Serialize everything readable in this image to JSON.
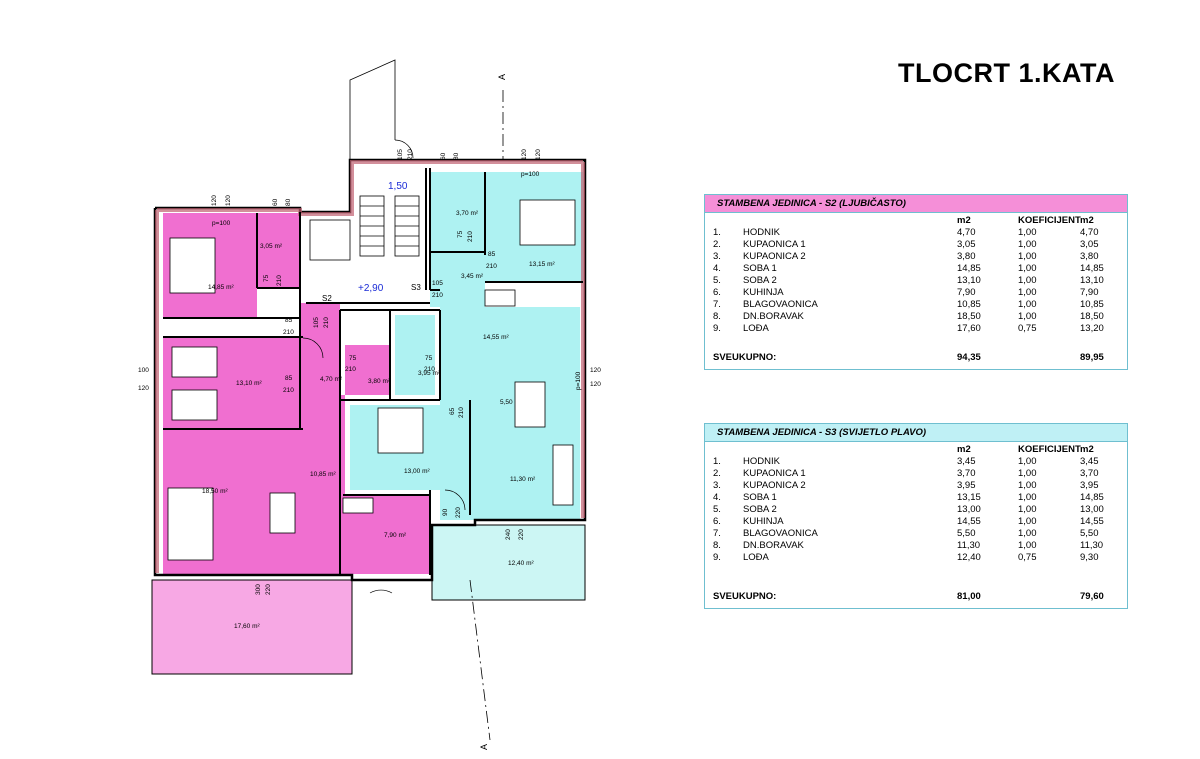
{
  "title": "TLOCRT 1.KATA",
  "colors": {
    "pink": "#f06fd0",
    "pink_light": "#f7a8e4",
    "cyan": "#aef2f2",
    "cyan_light": "#ccf6f4",
    "wall": "#000000",
    "wall_fill": "#d27a90",
    "table_border": "#6fbfd0"
  },
  "tables": [
    {
      "header": "STAMBENA JEDINICA - S2 (LJUBIČASTO)",
      "col_m2": "m2",
      "col_koef": "KOEFICIJENT",
      "col_m2b": "m2",
      "rows": [
        {
          "num": "1.",
          "name": "HODNIK",
          "m2": "4,70",
          "koef": "1,00",
          "m2b": "4,70"
        },
        {
          "num": "2.",
          "name": "KUPAONICA 1",
          "m2": "3,05",
          "koef": "1,00",
          "m2b": "3,05"
        },
        {
          "num": "3.",
          "name": "KUPAONICA 2",
          "m2": "3,80",
          "koef": "1,00",
          "m2b": "3,80"
        },
        {
          "num": "4.",
          "name": "SOBA 1",
          "m2": "14,85",
          "koef": "1,00",
          "m2b": "14,85"
        },
        {
          "num": "5.",
          "name": "SOBA 2",
          "m2": "13,10",
          "koef": "1,00",
          "m2b": "13,10"
        },
        {
          "num": "6.",
          "name": "KUHINJA",
          "m2": "7,90",
          "koef": "1,00",
          "m2b": "7,90"
        },
        {
          "num": "7.",
          "name": "BLAGOVAONICA",
          "m2": "10,85",
          "koef": "1,00",
          "m2b": "10,85"
        },
        {
          "num": "8.",
          "name": "DN.BORAVAK",
          "m2": "18,50",
          "koef": "1,00",
          "m2b": "18,50"
        },
        {
          "num": "9.",
          "name": "LOĐA",
          "m2": "17,60",
          "koef": "0,75",
          "m2b": "13,20"
        }
      ],
      "total_label": "SVEUKUPNO:",
      "total_m2": "94,35",
      "total_m2b": "89,95"
    },
    {
      "header": "STAMBENA JEDINICA - S3 (SVIJETLO PLAVO)",
      "col_m2": "m2",
      "col_koef": "KOEFICIJENT",
      "col_m2b": "m2",
      "rows": [
        {
          "num": "1.",
          "name": "HODNIK",
          "m2": "3,45",
          "koef": "1,00",
          "m2b": "3,45"
        },
        {
          "num": "2.",
          "name": "KUPAONICA 1",
          "m2": "3,70",
          "koef": "1,00",
          "m2b": "3,70"
        },
        {
          "num": "3.",
          "name": "KUPAONICA 2",
          "m2": "3,95",
          "koef": "1,00",
          "m2b": "3,95"
        },
        {
          "num": "4.",
          "name": "SOBA 1",
          "m2": "13,15",
          "koef": "1,00",
          "m2b": "14,85"
        },
        {
          "num": "5.",
          "name": "SOBA 2",
          "m2": "13,00",
          "koef": "1,00",
          "m2b": "13,00"
        },
        {
          "num": "6.",
          "name": "KUHINJA",
          "m2": "14,55",
          "koef": "1,00",
          "m2b": "14,55"
        },
        {
          "num": "7.",
          "name": "BLAGOVAONICA",
          "m2": "5,50",
          "koef": "1,00",
          "m2b": "5,50"
        },
        {
          "num": "8.",
          "name": "DN.BORAVAK",
          "m2": "11,30",
          "koef": "1,00",
          "m2b": "11,30"
        },
        {
          "num": "9.",
          "name": "LOĐA",
          "m2": "12,40",
          "koef": "0,75",
          "m2b": "9,30"
        }
      ],
      "total_label": "SVEUKUPNO:",
      "total_m2": "81,00",
      "total_m2b": "79,60"
    }
  ],
  "plan": {
    "section_mark": "A",
    "stair_up_level": "1,50",
    "landing_level": "+2,90",
    "unit_s2": "S2",
    "unit_s3": "S3",
    "rooms": {
      "s2_soba1": "14,85 m²",
      "s2_kup1": "3,05 m²",
      "s2_soba2": "13,10 m²",
      "s2_hodnik": "4,70 m²",
      "s2_kup2": "3,80 m²",
      "s2_boravak": "18,50 m²",
      "s2_blagov": "10,85 m²",
      "s2_kuhinja": "7,90 m²",
      "s2_loda": "17,60 m²",
      "s3_kup1": "3,70 m²",
      "s3_soba1": "13,15 m²",
      "s3_hodnik": "3,45 m²",
      "s3_kuhinja": "14,55 m²",
      "s3_kup2": "3,95 m²",
      "s3_blagov": "5,50",
      "s3_soba2": "13,00 m²",
      "s3_boravak": "11,30 m²",
      "s3_loda": "12,40 m²"
    },
    "dims": {
      "d105a": "105",
      "d210a": "210",
      "d60a": "60",
      "d80a": "80",
      "d120a": "120",
      "d120b": "120",
      "p100a": "p=100",
      "d120c": "120",
      "d120d": "120",
      "d60b": "60",
      "d80b": "80",
      "p100b": "p=100",
      "d75a": "75",
      "d210b": "210",
      "d75b": "75",
      "d210c": "210",
      "d85a": "85",
      "d210d": "210",
      "d105b": "105",
      "d210e": "210",
      "d85b": "85",
      "d210f": "210",
      "d85c": "85",
      "d210g": "210",
      "d105c": "105",
      "d210h": "210",
      "d75c": "75",
      "d210i": "210",
      "d75d": "75",
      "d210j": "210",
      "d65": "65",
      "d210k": "210",
      "d100a": "100",
      "d120e": "120",
      "p100c": "p=100",
      "d120f": "120",
      "d120g": "120",
      "d90": "90",
      "d220a": "220",
      "d240": "240",
      "d220b": "220",
      "d300": "300",
      "d220c": "220"
    }
  }
}
